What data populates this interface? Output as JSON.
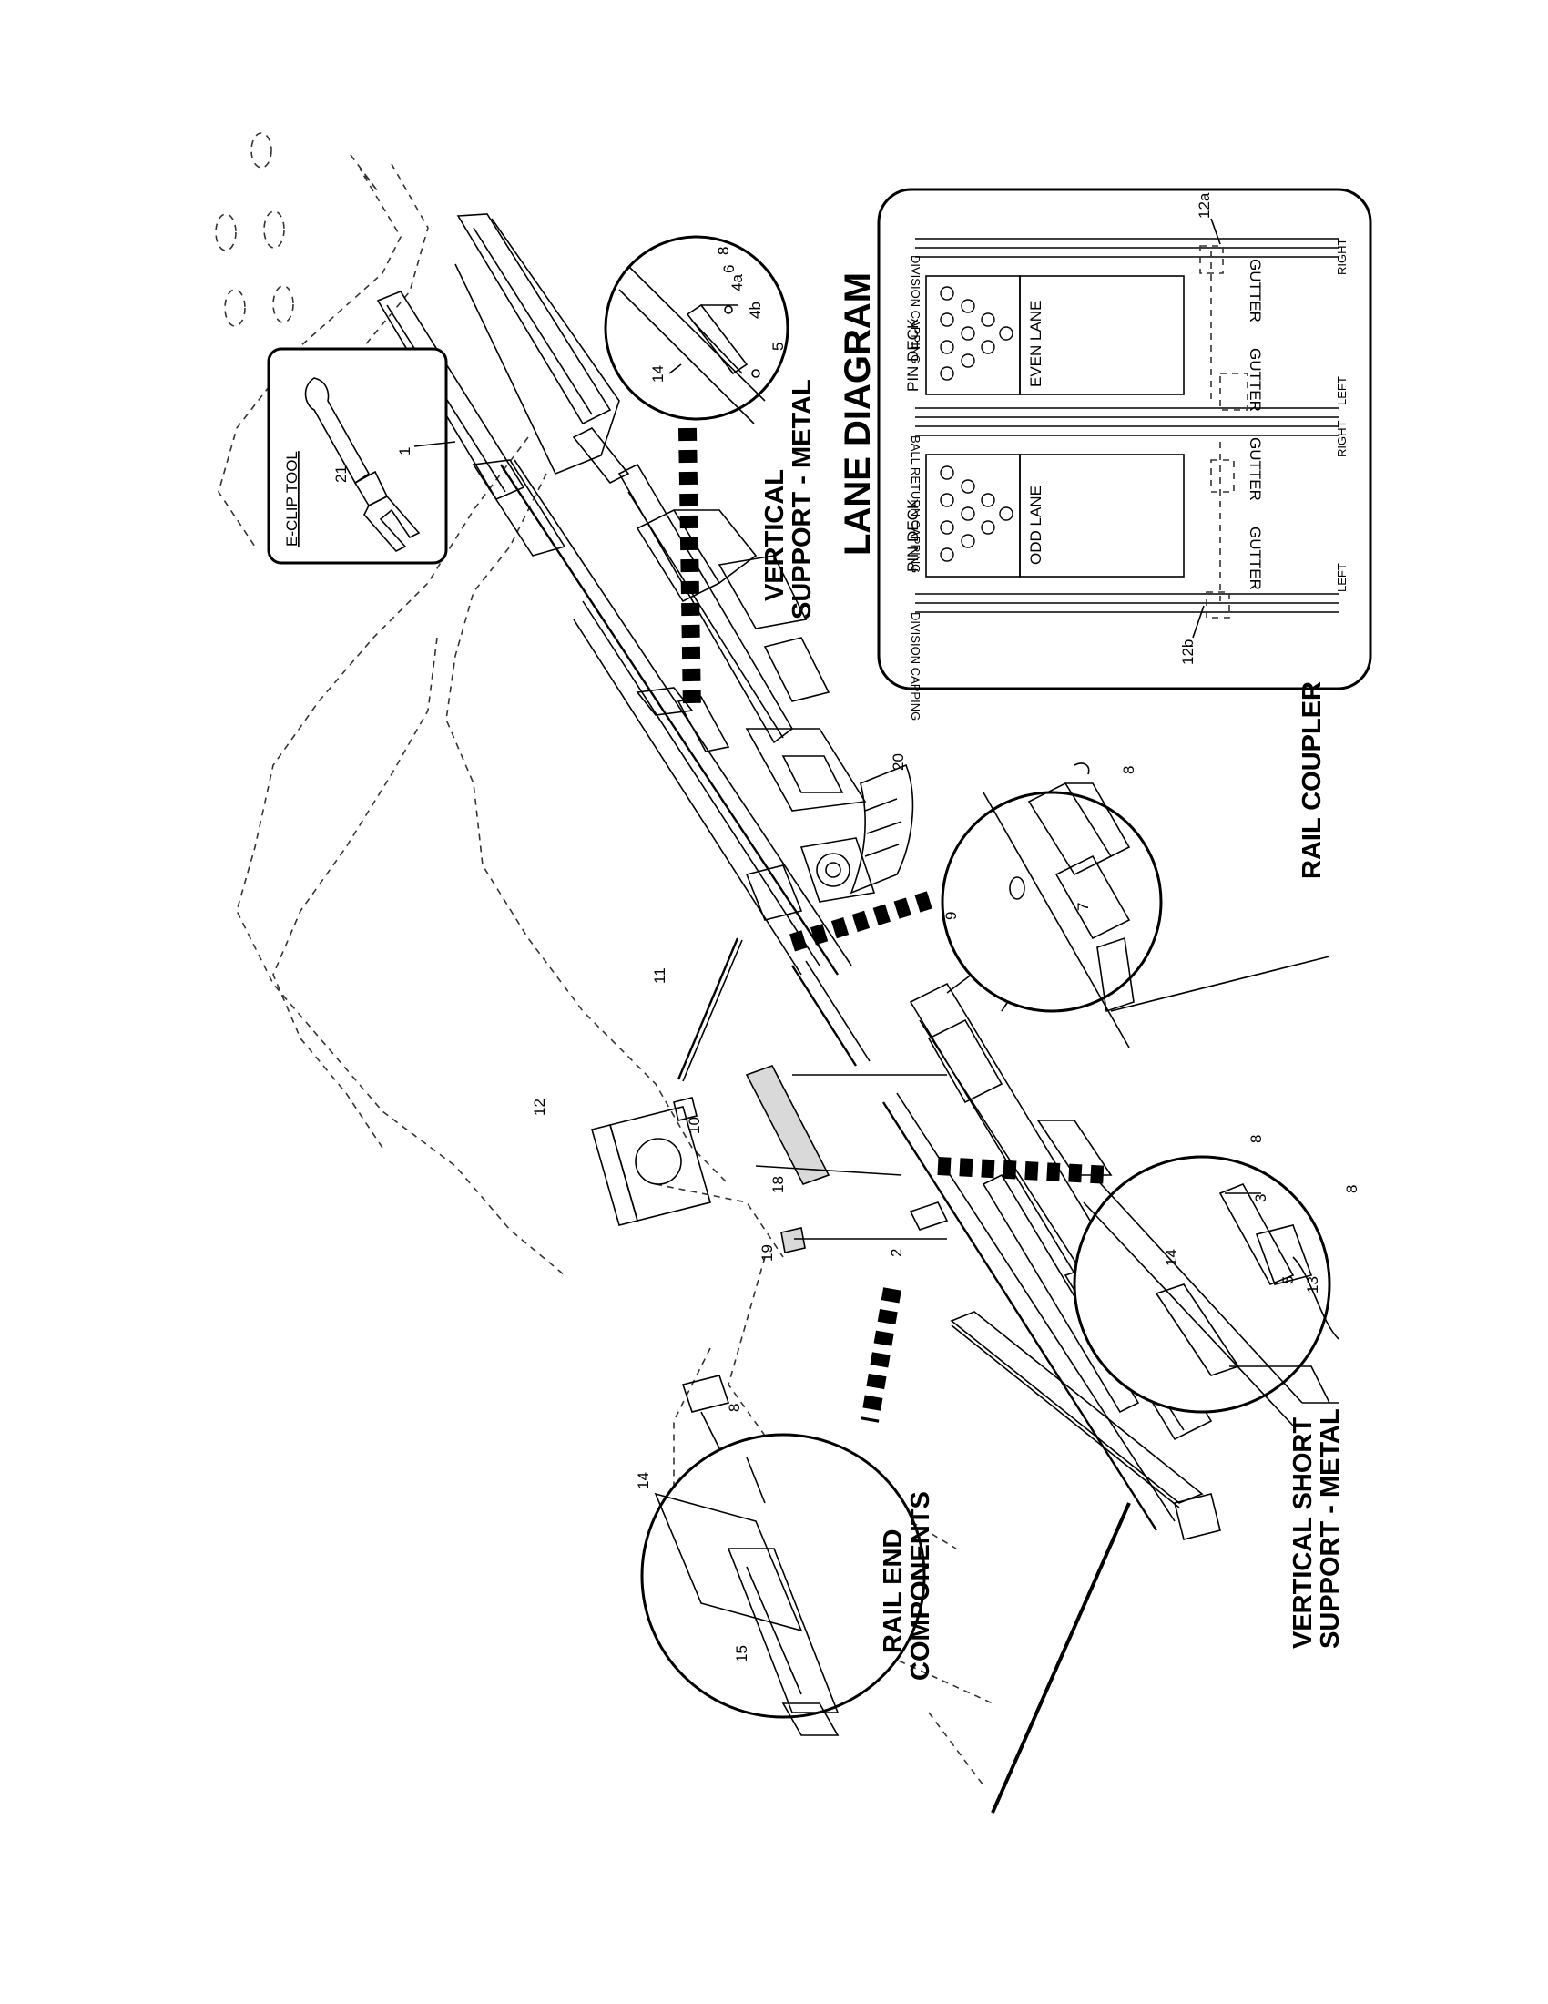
{
  "lane_diagram": {
    "title": "LANE DIAGRAM",
    "pin_deck": "PIN DECK",
    "odd_lane": "ODD LANE",
    "even_lane": "EVEN LANE",
    "division_capping": "DIVISION CAPPING",
    "ball_return_capping": "BALL RETURN CAPPING",
    "gutter": "GUTTER",
    "left": "LEFT",
    "right": "RIGHT",
    "ref_12a": "12a",
    "ref_12b": "12b"
  },
  "callouts": {
    "vertical_support_metal_line1": "VERTICAL",
    "vertical_support_metal_line2": "SUPPORT - METAL",
    "rail_coupler": "RAIL COUPLER",
    "vertical_short_line1": "VERTICAL SHORT",
    "vertical_short_line2": "SUPPORT - METAL",
    "rail_end_line1": "RAIL END",
    "rail_end_line2": "COMPONENTS"
  },
  "eclip_tool": {
    "title": "E-CLIP TOOL",
    "part": "21"
  },
  "part_labels": {
    "p1": "1",
    "p2": "2",
    "p3": "3",
    "p4a": "4a",
    "p4b": "4b",
    "p5": "5",
    "p6": "6",
    "p7": "7",
    "p8": "8",
    "p9": "9",
    "p10": "10",
    "p11": "11",
    "p12": "12",
    "p13": "13",
    "p14": "14",
    "p15": "15",
    "p18": "18",
    "p19": "19",
    "p20": "20"
  }
}
